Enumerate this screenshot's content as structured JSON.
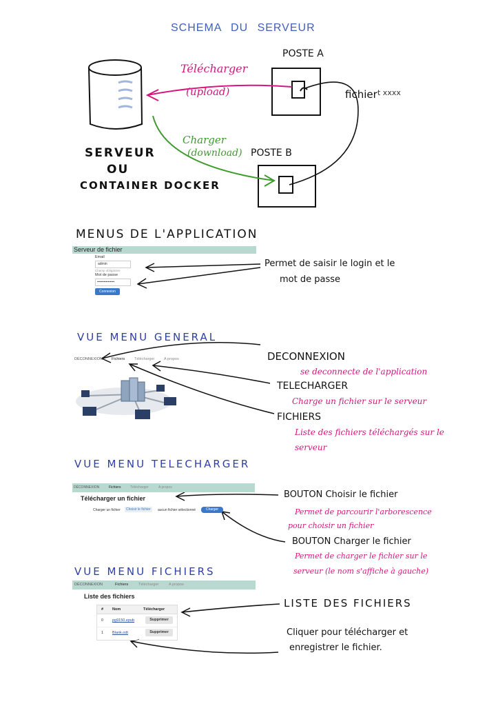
{
  "title": "SCHEMA DU SERVEUR",
  "schema": {
    "server_label_line1": "SERVEUR",
    "server_label_line2": "OU",
    "server_label_line3": "CONTAINER DOCKER",
    "poste_a": "POSTE A",
    "poste_b": "POSTE B",
    "fichier": "fichier",
    "fichier_ext": "t xxxx",
    "upload_label": "Télécharger",
    "upload_sub": "(upload)",
    "download_label": "Charger",
    "download_sub": "(download)"
  },
  "menus_heading": "MENUS DE L'APPLICATION",
  "login": {
    "header": "Serveur de fichier",
    "email_label": "Email",
    "email_value": "admin",
    "required_hint": "Champ obligatoire",
    "password_label": "Mot de passe",
    "password_value": "••••••••••••••••",
    "submit": "Connexion",
    "annotation_line1": "Permet de saisir le login et le",
    "annotation_line2": "mot de passe"
  },
  "vue_general": {
    "heading": "VUE MENU GENERAL",
    "nav": [
      "DÉCONNEXION",
      "Fichiers",
      "Télécharger",
      "A propos"
    ],
    "deconnexion_title": "DECONNEXION",
    "deconnexion_desc": "se deconnecte de l'application",
    "telecharger_title": "TELECHARGER",
    "telecharger_desc": "Charge un fichier sur le serveur",
    "fichiers_title": "FICHIERS",
    "fichiers_desc_line1": "Liste des fichiers téléchargés sur le",
    "fichiers_desc_line2": "serveur"
  },
  "vue_telecharger": {
    "heading": "VUE MENU TELECHARGER",
    "nav": [
      "DÉCONNEXION",
      "Fichiers",
      "Télécharger",
      "A propos"
    ],
    "form_title": "Télécharger un fichier",
    "field_label": "Charger un fichier",
    "choose_button": "Choisir le fichier",
    "no_file": "aucun fichier sélectionné",
    "charger_button": "Charger",
    "btn1_title": "BOUTON Choisir le fichier",
    "btn1_desc_line1": "Permet de parcourir l'arborescence",
    "btn1_desc_line2": "pour choisir un fichier",
    "btn2_title": "BOUTON Charger le fichier",
    "btn2_desc_line1": "Permet de charger le fichier sur le",
    "btn2_desc_line2": "serveur (le nom s'affiche à gauche)"
  },
  "vue_fichiers": {
    "heading": "VUE MENU FICHIERS",
    "nav": [
      "DÉCONNEXION",
      "Fichiers",
      "Télécharger",
      "A propos"
    ],
    "list_title": "Liste des fichiers",
    "columns": [
      "#",
      "Nom",
      "Télécharger"
    ],
    "rows": [
      {
        "num": "0",
        "name": "pg9150.epub",
        "action": "Supprimer"
      },
      {
        "num": "1",
        "name": "Blank.odt",
        "action": "Supprimer"
      }
    ],
    "liste_title": "LISTE DES FICHIERS",
    "liste_desc_line1": "Cliquer pour télécharger et",
    "liste_desc_line2": "enregistrer le fichier."
  },
  "colors": {
    "title_blue": "#3f5fb8",
    "pink": "#d6157d",
    "green": "#3f9a2f",
    "nav_bg": "#b8d9d0",
    "button_blue": "#3a79c9"
  }
}
